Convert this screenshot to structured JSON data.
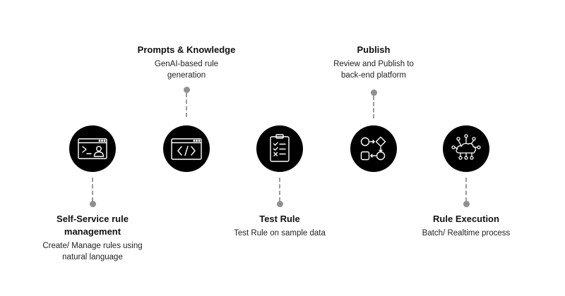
{
  "diagram": {
    "steps": [
      {
        "id": "self-service",
        "title": "Self-Service rule management",
        "title_lines": [
          "Self-Service rule",
          "management"
        ],
        "description_lines": [
          "Create/ Manage rules using",
          "natural language"
        ],
        "icon": "terminal-user-window-icon",
        "label_position": "bottom"
      },
      {
        "id": "prompts-knowledge",
        "title": "Prompts & Knowledge",
        "title_lines": [
          "Prompts & Knowledge"
        ],
        "description_lines": [
          "GenAI-based rule",
          "generation"
        ],
        "icon": "code-window-icon",
        "label_position": "top"
      },
      {
        "id": "test-rule",
        "title": "Test Rule",
        "title_lines": [
          "Test Rule"
        ],
        "description_lines": [
          "Test Rule on sample data"
        ],
        "icon": "clipboard-checklist-icon",
        "label_position": "bottom"
      },
      {
        "id": "publish",
        "title": "Publish",
        "title_lines": [
          "Publish"
        ],
        "description_lines": [
          "Review and Publish to",
          "back-end platform"
        ],
        "icon": "workflow-icon",
        "label_position": "top"
      },
      {
        "id": "rule-execution",
        "title": "Rule Execution",
        "title_lines": [
          "Rule Execution"
        ],
        "description_lines": [
          "Batch/ Realtime process"
        ],
        "icon": "cloud-network-icon",
        "label_position": "bottom"
      }
    ],
    "colors": {
      "background": "#ffffff",
      "circle": "#000000",
      "icon_stroke": "#ffffff",
      "connector": "#9a9a9a",
      "dot": "#909090",
      "text": "#111111"
    }
  }
}
